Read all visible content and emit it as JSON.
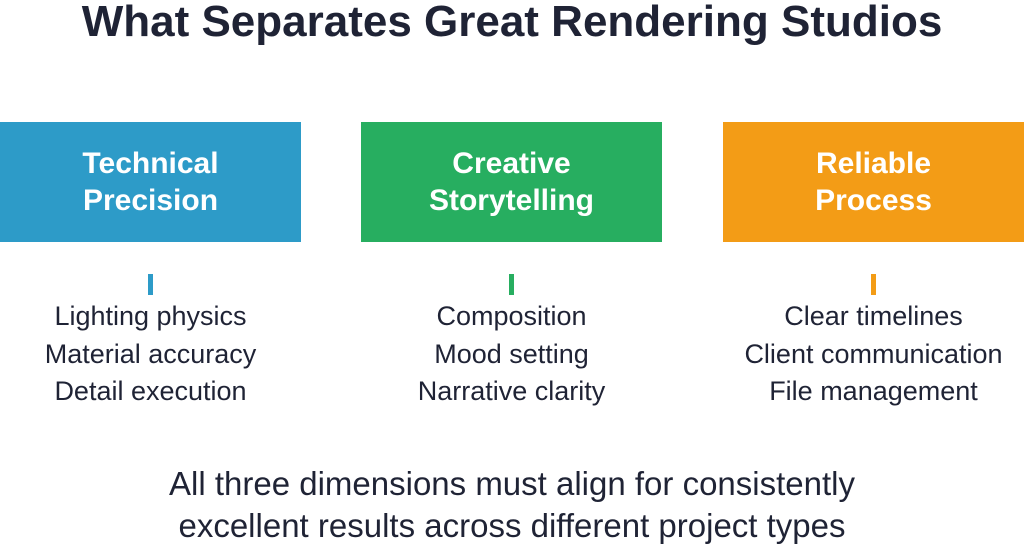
{
  "title": "What Separates Great Rendering Studios",
  "pillars": [
    {
      "title_lines": [
        "Technical",
        "Precision"
      ],
      "color": "#2d9bc8",
      "items": [
        "Lighting physics",
        "Material accuracy",
        "Detail execution"
      ]
    },
    {
      "title_lines": [
        "Creative",
        "Storytelling"
      ],
      "color": "#27ae60",
      "items": [
        "Composition",
        "Mood setting",
        "Narrative clarity"
      ]
    },
    {
      "title_lines": [
        "Reliable",
        "Process"
      ],
      "color": "#f39c16",
      "items": [
        "Clear timelines",
        "Client communication",
        "File management"
      ]
    }
  ],
  "footer_lines": [
    "All three dimensions must align for consistently",
    "excellent results across different project types"
  ]
}
